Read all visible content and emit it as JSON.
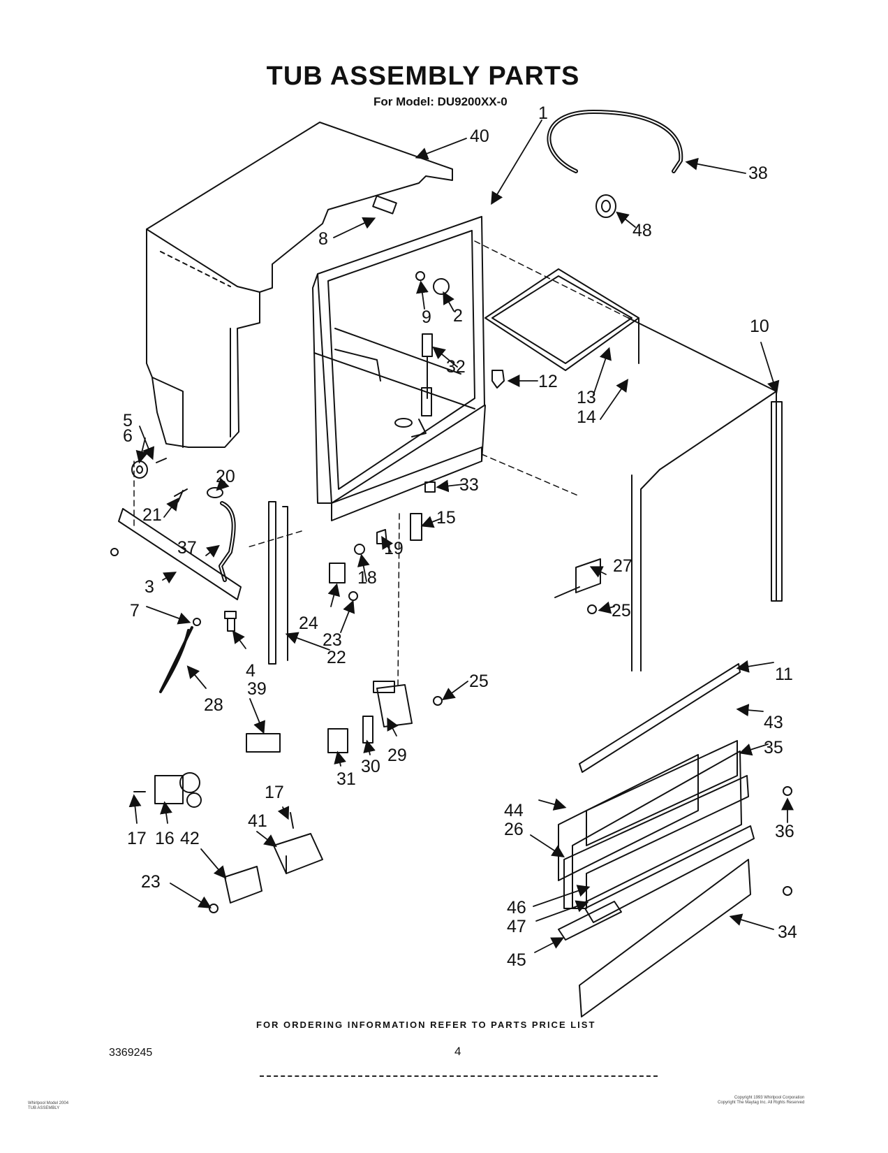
{
  "title": "TUB ASSEMBLY PARTS",
  "subtitle": "For Model: DU9200XX-0",
  "callouts": [
    {
      "id": "c1",
      "label": "1"
    },
    {
      "id": "c40",
      "label": "40"
    },
    {
      "id": "c38",
      "label": "38"
    },
    {
      "id": "c48",
      "label": "48"
    },
    {
      "id": "c8",
      "label": "8"
    },
    {
      "id": "c9",
      "label": "9"
    },
    {
      "id": "c2",
      "label": "2"
    },
    {
      "id": "c10",
      "label": "10"
    },
    {
      "id": "c32",
      "label": "32"
    },
    {
      "id": "c12",
      "label": "12"
    },
    {
      "id": "c13",
      "label": "13"
    },
    {
      "id": "c14",
      "label": "14"
    },
    {
      "id": "c5",
      "label": "5"
    },
    {
      "id": "c6",
      "label": "6"
    },
    {
      "id": "c20",
      "label": "20"
    },
    {
      "id": "c33",
      "label": "33"
    },
    {
      "id": "c15",
      "label": "15"
    },
    {
      "id": "c21",
      "label": "21"
    },
    {
      "id": "c37",
      "label": "37"
    },
    {
      "id": "c27",
      "label": "27"
    },
    {
      "id": "c19",
      "label": "19"
    },
    {
      "id": "c18",
      "label": "18"
    },
    {
      "id": "c3",
      "label": "3"
    },
    {
      "id": "c25a",
      "label": "25"
    },
    {
      "id": "c7",
      "label": "7"
    },
    {
      "id": "c24",
      "label": "24"
    },
    {
      "id": "c23a",
      "label": "23"
    },
    {
      "id": "c22",
      "label": "22"
    },
    {
      "id": "c4",
      "label": "4"
    },
    {
      "id": "c11",
      "label": "11"
    },
    {
      "id": "c25b",
      "label": "25"
    },
    {
      "id": "c28",
      "label": "28"
    },
    {
      "id": "c39",
      "label": "39"
    },
    {
      "id": "c43",
      "label": "43"
    },
    {
      "id": "c35",
      "label": "35"
    },
    {
      "id": "c29",
      "label": "29"
    },
    {
      "id": "c30",
      "label": "30"
    },
    {
      "id": "c31",
      "label": "31"
    },
    {
      "id": "c17a",
      "label": "17"
    },
    {
      "id": "c44",
      "label": "44"
    },
    {
      "id": "c36",
      "label": "36"
    },
    {
      "id": "c26",
      "label": "26"
    },
    {
      "id": "c41",
      "label": "41"
    },
    {
      "id": "c17b",
      "label": "17"
    },
    {
      "id": "c16",
      "label": "16"
    },
    {
      "id": "c42",
      "label": "42"
    },
    {
      "id": "c23b",
      "label": "23"
    },
    {
      "id": "c46",
      "label": "46"
    },
    {
      "id": "c47",
      "label": "47"
    },
    {
      "id": "c34",
      "label": "34"
    },
    {
      "id": "c45",
      "label": "45"
    }
  ],
  "footer": {
    "ordering_note": "FOR ORDERING INFORMATION REFER TO PARTS PRICE LIST",
    "document_number": "3369245",
    "page_number": "4"
  },
  "fine_print": {
    "left": [
      "Whirlpool Model 2004",
      "TUB ASSEMBLY"
    ],
    "right": [
      "Copyright 1993 Whirlpool Corporation",
      "Copyright The Maytag Inc. All Rights Reserved"
    ]
  }
}
